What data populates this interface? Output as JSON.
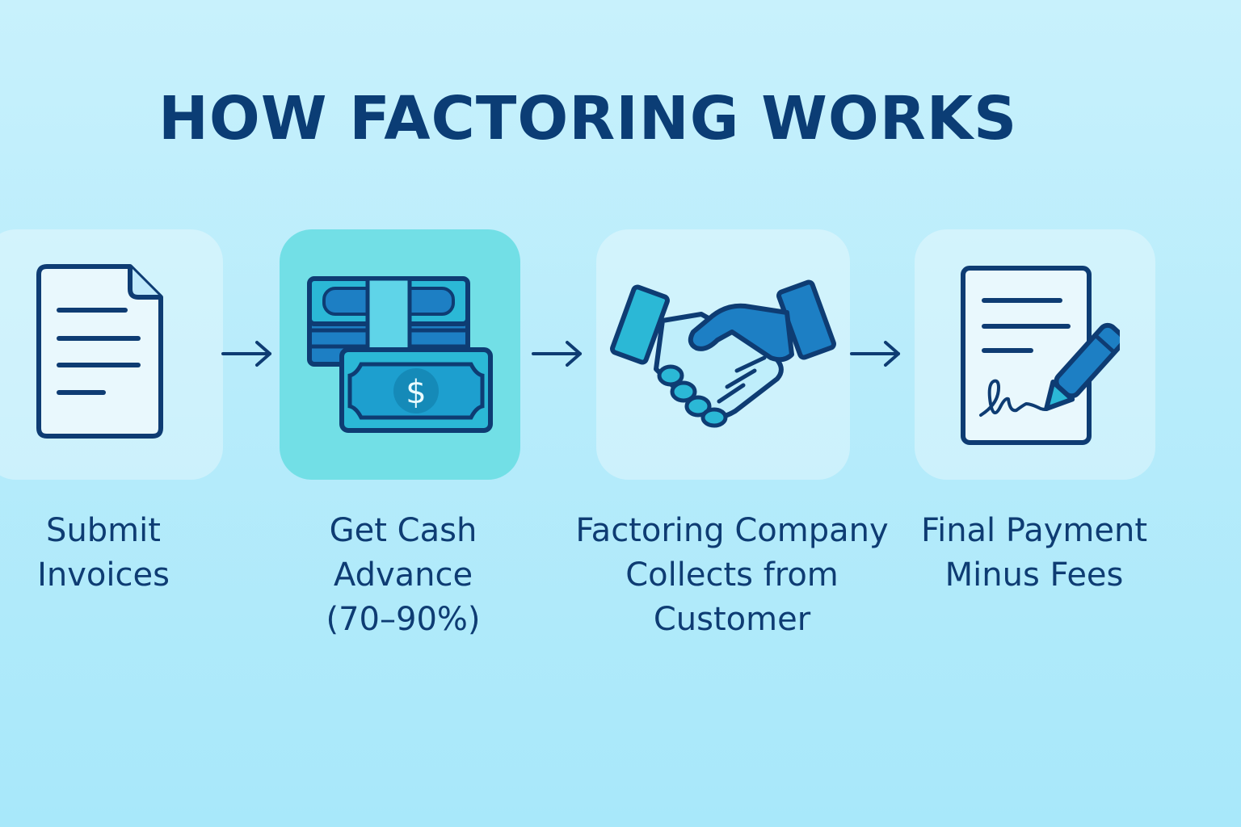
{
  "title": "HOW FACTORING WORKS",
  "steps": [
    {
      "icon": "invoice-document-icon",
      "lines": [
        "Submit",
        "Invoices"
      ]
    },
    {
      "icon": "cash-money-icon",
      "lines": [
        "Get Cash",
        "Advance",
        "(70–90%)"
      ],
      "highlighted": true
    },
    {
      "icon": "handshake-icon",
      "lines": [
        "Factoring Company",
        "Collects from",
        "Customer"
      ]
    },
    {
      "icon": "signed-contract-pen-icon",
      "lines": [
        "Final Payment",
        "Minus Fees"
      ]
    }
  ],
  "connector_icon": "right-arrow-icon",
  "colors": {
    "background": "#bdeefb",
    "title": "#0b3d75",
    "highlight_card": "#72dfe6",
    "outline": "#0e3c73",
    "accent_teal": "#2bb8d6",
    "accent_blue": "#1d7fc4"
  }
}
